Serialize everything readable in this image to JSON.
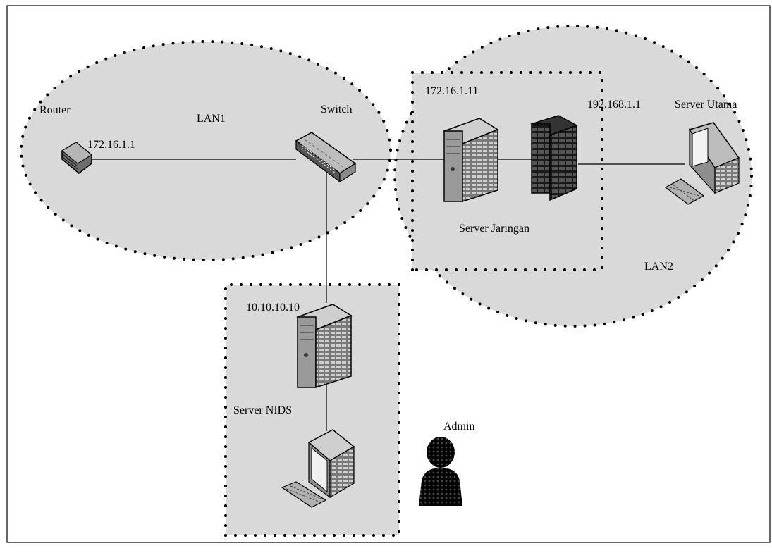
{
  "labels": {
    "router": "Router",
    "router_ip": "172.16.1.1",
    "lan1": "LAN1",
    "switch": "Switch",
    "server_jaringan_ip": "172.16.1.11",
    "server_utama_ip": "192.168.1.1",
    "server_utama": "Server Utama",
    "server_jaringan": "Server Jaringan",
    "lan2": "LAN2",
    "nids_ip": "10.10.10.10",
    "server_nids": "Server NIDS",
    "admin": "Admin"
  },
  "colors": {
    "zone_fill": "#d9d9d9",
    "dots": "#000000",
    "line": "#000000",
    "frame": "#000000"
  },
  "icons": {
    "router": "router-icon",
    "switch": "switch-icon",
    "server_jaringan": "tower-server-icon",
    "firewall": "firewall-icon",
    "server_utama": "workstation-icon",
    "nids_server": "tower-server-icon",
    "nids_workstation": "workstation-icon",
    "admin": "user-silhouette-icon"
  }
}
